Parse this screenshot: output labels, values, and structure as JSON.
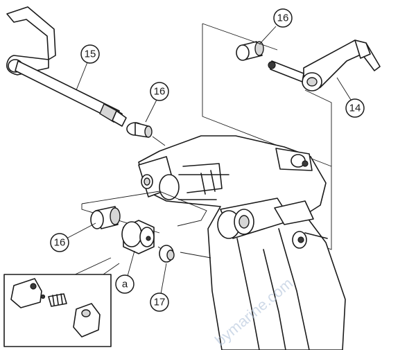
{
  "diagram": {
    "callouts": [
      {
        "id": "c15a",
        "text": "15"
      },
      {
        "id": "c16a",
        "text": "16"
      },
      {
        "id": "c16b",
        "text": "16"
      },
      {
        "id": "c14",
        "text": "14"
      },
      {
        "id": "c16c",
        "text": "16"
      },
      {
        "id": "ca",
        "text": "a"
      },
      {
        "id": "c17",
        "text": "17"
      }
    ],
    "watermark": "bymarine.com",
    "colors": {
      "line": "#1a1a1a",
      "shade": "#d6d6d6",
      "watermark": "#a9bcd6"
    }
  }
}
